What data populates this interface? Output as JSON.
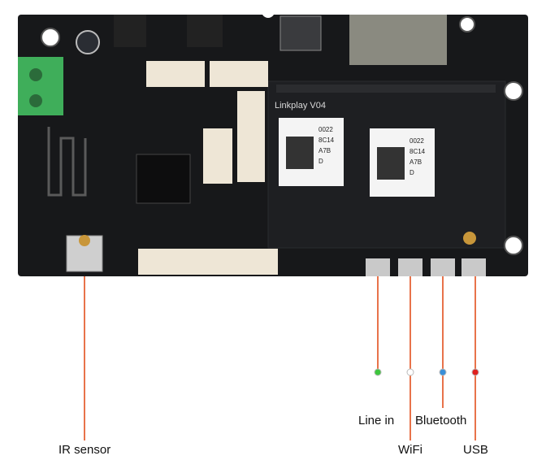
{
  "board": {
    "silkscreen": "Linkplay V04",
    "module_labels": [
      {
        "lines": [
          "0022",
          "8C14",
          "A7B",
          "D"
        ]
      },
      {
        "lines": [
          "0022",
          "8C14",
          "A7B",
          "D"
        ]
      }
    ]
  },
  "callouts": [
    {
      "label": "IR sensor",
      "dot_color": "",
      "line_color": "#e8734a"
    },
    {
      "label": "Line in",
      "dot_color": "#3ec63e",
      "line_color": "#e8734a"
    },
    {
      "label": "WiFi",
      "dot_color": "#ffffff",
      "line_color": "#e8734a"
    },
    {
      "label": "Bluetooth",
      "dot_color": "#3a8fd8",
      "line_color": "#e8734a"
    },
    {
      "label": "USB",
      "dot_color": "#e0201e",
      "line_color": "#e8734a"
    }
  ],
  "colors": {
    "pcb": "#17181a",
    "terminal_block": "#3fae5a",
    "header_connector": "#eee6d6",
    "module_label_bg": "#f4f4f4"
  }
}
